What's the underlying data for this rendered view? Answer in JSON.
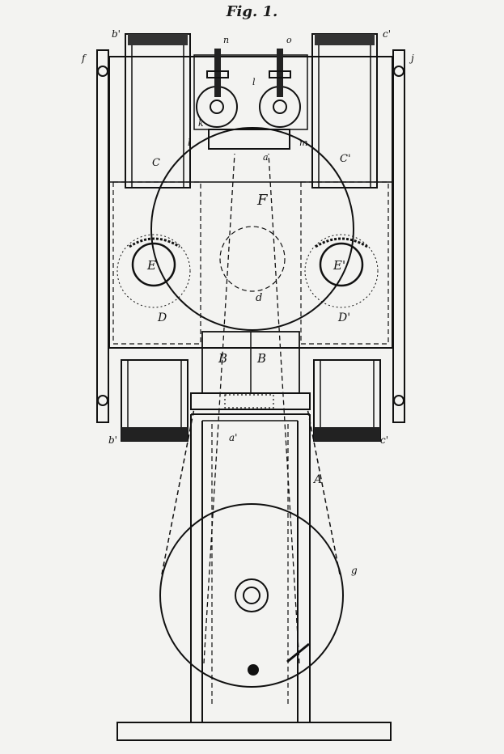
{
  "figure": {
    "title": "Fig. 1.",
    "labels": {
      "A": "A",
      "B_left": "B",
      "B_right": "B",
      "F": "F",
      "E": "E",
      "E_prime": "E'",
      "D": "D",
      "D_prime": "D'",
      "C": "C",
      "C_prime": "C'",
      "d": "d",
      "a": "a",
      "a_prime": "a'",
      "b_prime": "b'",
      "c_prime": "c'",
      "b_prime_bottom": "b'",
      "c_prime_bottom": "c'",
      "f": "f",
      "j": "j",
      "g": "g",
      "m": "m",
      "n": "n",
      "o": "o",
      "l_left": "l",
      "l_right": "l",
      "k": "k"
    }
  }
}
